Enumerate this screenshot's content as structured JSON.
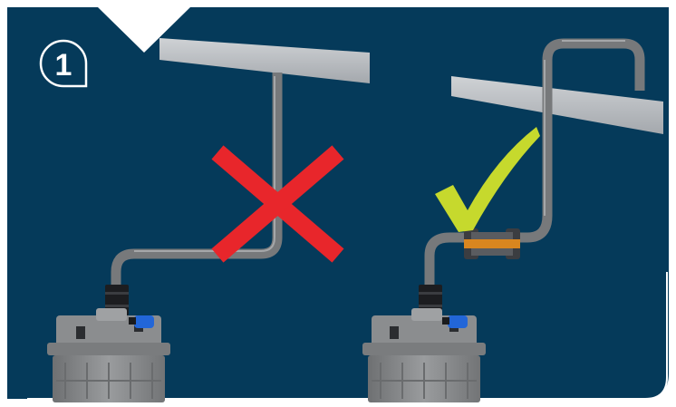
{
  "step": {
    "number": "1"
  },
  "colors": {
    "background": "#053a5a",
    "frame_border": "#ffffff",
    "pipe": "#77797b",
    "pipe_highlight": "#a5a7a9",
    "ceiling_beam": "#b9bcc0",
    "pump_body": "#8b8d8f",
    "valve_band": "#d9861f",
    "coupling": "#1c1d20",
    "blue_fitting": "#2266d8",
    "cross_mark": "#e8262b",
    "check_mark": "#c6d92d"
  },
  "panels": [
    {
      "id": "incorrect",
      "mark": "cross-mark",
      "has_valve": false
    },
    {
      "id": "correct",
      "mark": "check-mark",
      "has_valve": true
    }
  ]
}
